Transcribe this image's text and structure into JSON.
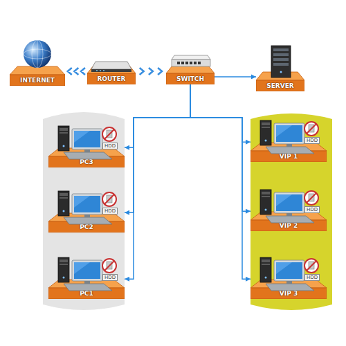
{
  "diagram": {
    "nodes": [
      {
        "text": [
          "INTERNET"
        ]
      },
      {
        "text": [
          "ROUTER"
        ]
      },
      {
        "text": [
          "SWITCH"
        ]
      },
      {
        "text": [
          "SERVER"
        ]
      },
      {
        "text": [
          "PC3"
        ]
      },
      {
        "text": [
          "VIP 1"
        ]
      },
      {
        "text": [
          "PC2"
        ]
      },
      {
        "text": [
          "VIP 2"
        ]
      },
      {
        "text": [
          "PC1"
        ]
      },
      {
        "text": [
          "VIP 3"
        ]
      }
    ],
    "edges": [
      {
        "from": 1,
        "to": 0,
        "arrow": "to"
      },
      {
        "from": 1,
        "to": 2,
        "arrow": "to"
      },
      {
        "from": 2,
        "to": 3,
        "arrow": "to"
      },
      {
        "from": 2,
        "to": 4,
        "arrow": "to"
      },
      {
        "from": 2,
        "to": 5,
        "arrow": "to"
      },
      {
        "from": 2,
        "to": 6,
        "arrow": "to"
      },
      {
        "from": 2,
        "to": 7,
        "arrow": "to"
      },
      {
        "from": 2,
        "to": 8,
        "arrow": "to"
      },
      {
        "from": 2,
        "to": 9,
        "arrow": "to"
      }
    ],
    "labels": [
      "HDD",
      "HDD",
      "HDD",
      "HDD",
      "HDD",
      "HDD"
    ]
  }
}
